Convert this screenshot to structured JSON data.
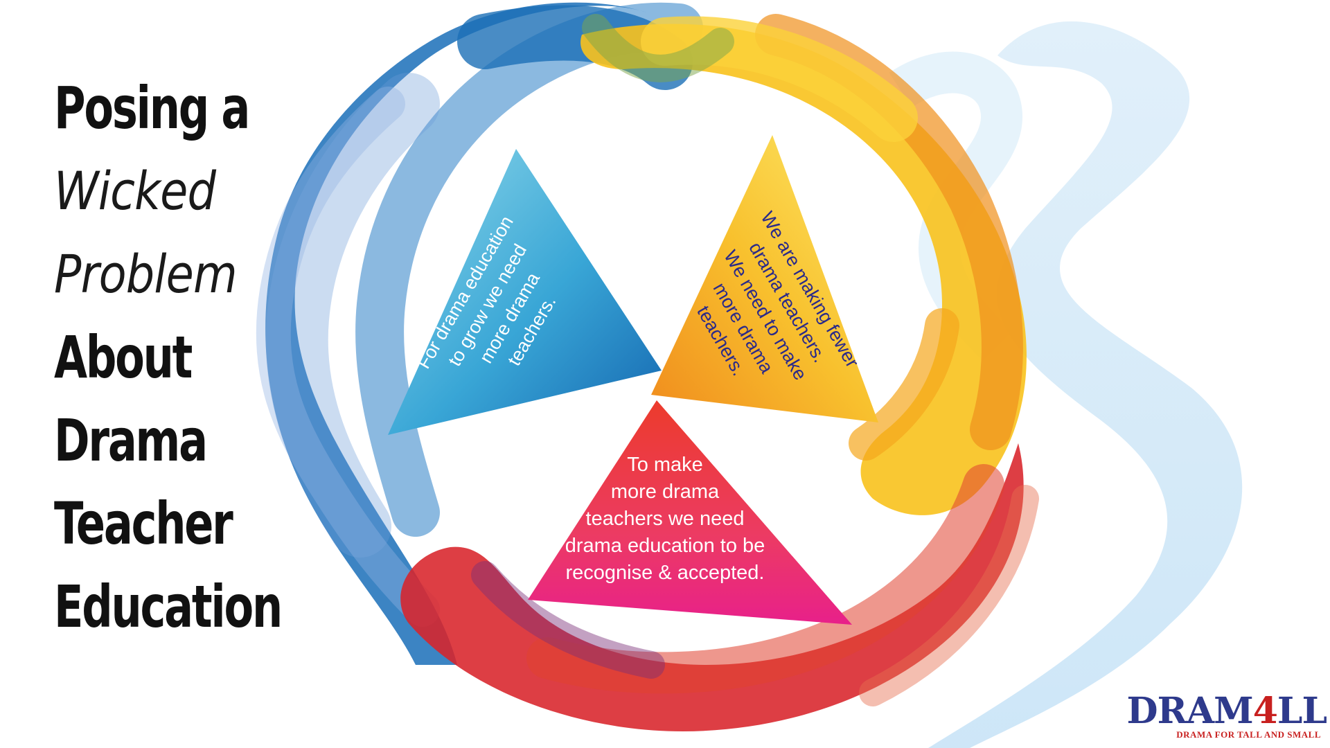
{
  "title": {
    "line1": "Posing a",
    "line2": "Wicked",
    "line3": "Problem",
    "line4": "About",
    "line5": "Drama",
    "line6": "Teacher",
    "line7": "Education"
  },
  "cycle": {
    "left": {
      "lines": [
        "For drama education",
        "to grow we need",
        "more drama",
        "teachers."
      ],
      "color": "#1f7cc4"
    },
    "right": {
      "lines": [
        "We are making fewer",
        "drama teachers.",
        "We need to make",
        "more drama",
        "teachers."
      ],
      "color": "#f4a21e"
    },
    "bottom": {
      "lines": [
        "To make",
        "more drama",
        "teachers we need",
        "drama education to be",
        "recognise & accepted."
      ],
      "color": "#e8304a"
    }
  },
  "logo": {
    "main_prefix": "DRAM",
    "main_accent": "4",
    "main_suffix": "LL",
    "tagline": "DRAMA FOR TALL AND SMALL"
  },
  "colors": {
    "blue": "#1a6fb8",
    "yellow": "#f7c21a",
    "orange": "#f08a1c",
    "red": "#d8232a",
    "pale_blue": "#cfe6f7",
    "logo_navy": "#2e3a8c",
    "logo_red": "#c8201f"
  }
}
